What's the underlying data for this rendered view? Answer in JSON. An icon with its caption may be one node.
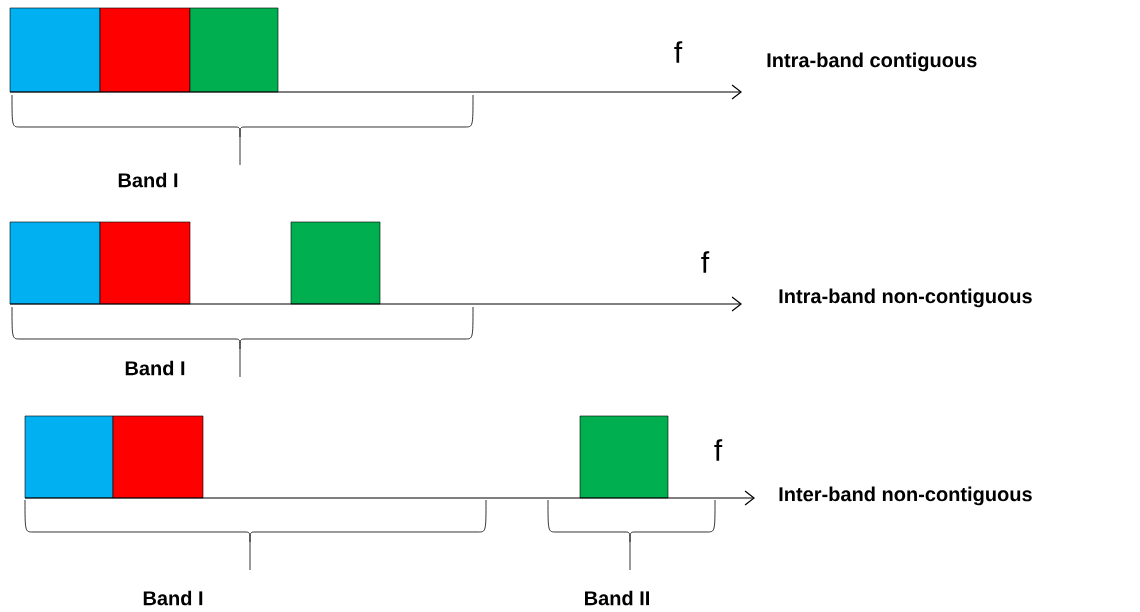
{
  "diagram": {
    "nodes": [
      {
        "text": [],
        "shape": "box"
      },
      {
        "text": [],
        "shape": "box"
      },
      {
        "text": [],
        "shape": "box"
      },
      {
        "text": [],
        "shape": "box"
      },
      {
        "text": [],
        "shape": "box"
      },
      {
        "text": [],
        "shape": "box"
      },
      {
        "text": [],
        "shape": "box"
      },
      {
        "text": [],
        "shape": "box"
      },
      {
        "text": [],
        "shape": "box"
      }
    ],
    "labels": [
      "f",
      "Intra-band contiguous",
      "Band I",
      "f",
      "Intra-band non-contiguous",
      "Band I",
      "f",
      "Inter-band non-contiguous",
      "Band I",
      "Band II"
    ]
  }
}
